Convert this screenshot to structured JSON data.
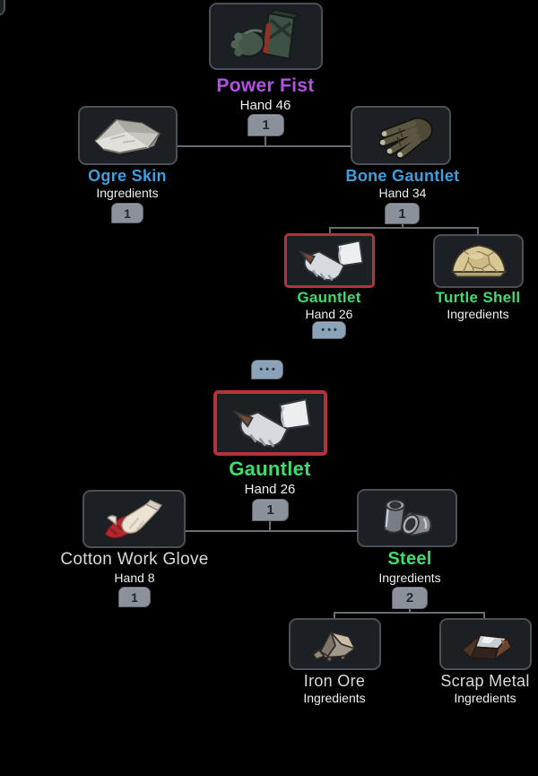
{
  "colors": {
    "background": "#000000",
    "card_bg": "#1c1f24",
    "card_border": "#4b5058",
    "selected_border": "#b23338",
    "connector": "#686d75",
    "count_badge_bg": "#8b919b",
    "count_badge_text": "#1f2833",
    "ellipsis_badge_bg": "#8ba3b8",
    "name_purple": "#b44fe8",
    "name_blue": "#3f9ede",
    "name_green": "#41dc6e",
    "name_plain": "#d9d9d9",
    "stat_text": "#efefef"
  },
  "nodes": {
    "power_fist": {
      "name": "Power Fist",
      "stat": "Hand 46",
      "count": "1"
    },
    "ogre_skin": {
      "name": "Ogre Skin",
      "stat": "Ingredients",
      "count": "1"
    },
    "bone_gauntlet": {
      "name": "Bone Gauntlet",
      "stat": "Hand 34",
      "count": "1"
    },
    "gauntlet_sub": {
      "name": "Gauntlet",
      "stat": "Hand 26"
    },
    "turtle_shell": {
      "name": "Turtle Shell",
      "stat": "Ingredients"
    },
    "gauntlet_main": {
      "name": "Gauntlet",
      "stat": "Hand 26",
      "count": "1"
    },
    "cotton_work_glove": {
      "name": "Cotton Work Glove",
      "stat": "Hand 8",
      "count": "1"
    },
    "steel": {
      "name": "Steel",
      "stat": "Ingredients",
      "count": "2"
    },
    "iron_ore": {
      "name": "Iron Ore",
      "stat": "Ingredients"
    },
    "scrap_metal": {
      "name": "Scrap Metal",
      "stat": "Ingredients"
    }
  },
  "expander": {
    "label": "•••"
  }
}
